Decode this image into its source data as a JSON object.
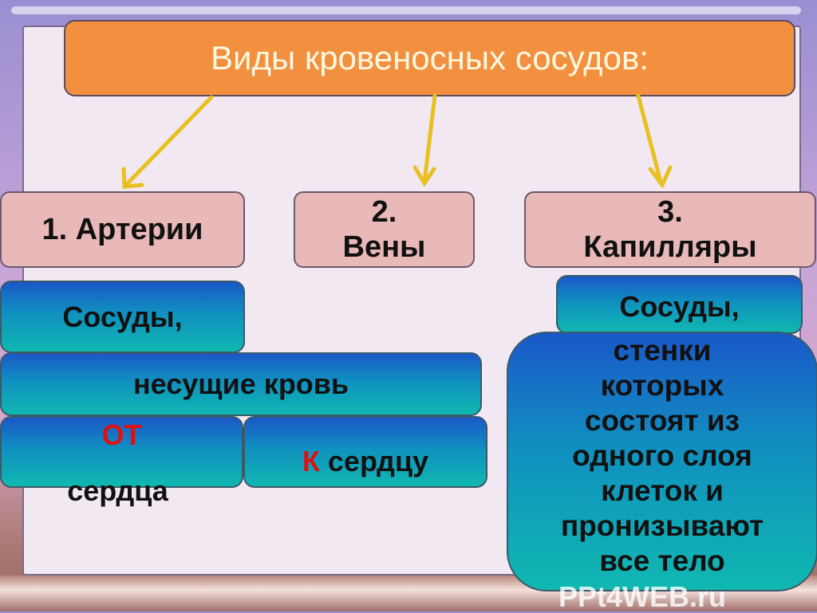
{
  "title": "Виды  кровеносных сосудов:",
  "types": [
    {
      "line1": "1. Артерии"
    },
    {
      "line1": "2.",
      "line2": "Вены"
    },
    {
      "line1": "3.",
      "line2": "Капилляры"
    }
  ],
  "arteries": {
    "line1": "Сосуды,",
    "line2": "несущие кровь",
    "from_word": "ОТ",
    "from_rest": "сердца",
    "to_word": "К",
    "to_rest": " сердцу"
  },
  "capillaries": {
    "line1": "Сосуды,",
    "lines": [
      "стенки",
      "которых",
      "состоят из",
      "одного слоя",
      "клеток и",
      "пронизывают",
      "все тело"
    ]
  },
  "watermark": "PPt4WEB.ru",
  "colors": {
    "title_bg": "#f39040",
    "type_bg": "#e9b8b8",
    "arrow": "#e8c020",
    "highlight": "#e01010"
  }
}
